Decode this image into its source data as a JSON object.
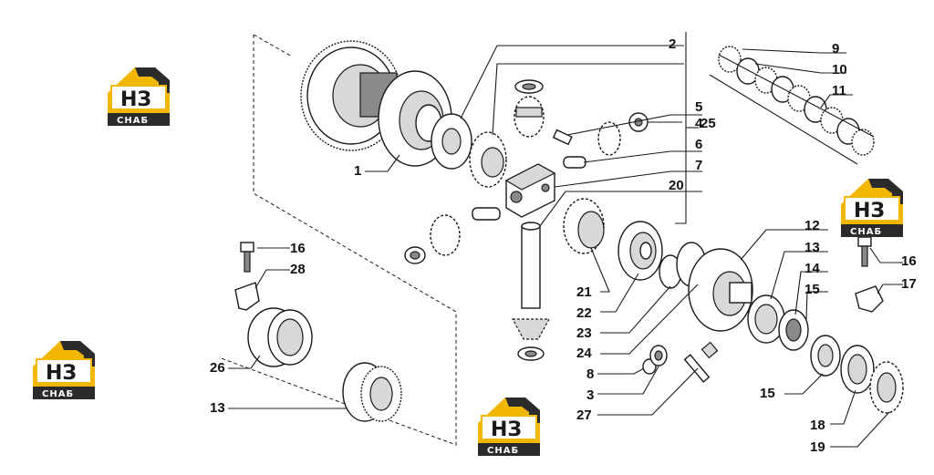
{
  "logo": {
    "mark": "HЗ",
    "word": "CHAБ",
    "colors": {
      "yellow": "#f2b705",
      "dark": "#2b2b2b"
    }
  },
  "callouts": {
    "c1": "1",
    "c2": "2",
    "c3": "3",
    "c4": "4",
    "c5": "5",
    "c6": "6",
    "c7": "7",
    "c8": "8",
    "c9": "9",
    "c10": "10",
    "c11": "11",
    "c12": "12",
    "c13a": "13",
    "c13b": "13",
    "c14": "14",
    "c15a": "15",
    "c15b": "15",
    "c16a": "16",
    "c16b": "16",
    "c17": "17",
    "c18": "18",
    "c19": "19",
    "c20": "20",
    "c21": "21",
    "c22": "22",
    "c23": "23",
    "c24": "24",
    "c25": "25",
    "c26": "26",
    "c27": "27",
    "c28": "28"
  }
}
